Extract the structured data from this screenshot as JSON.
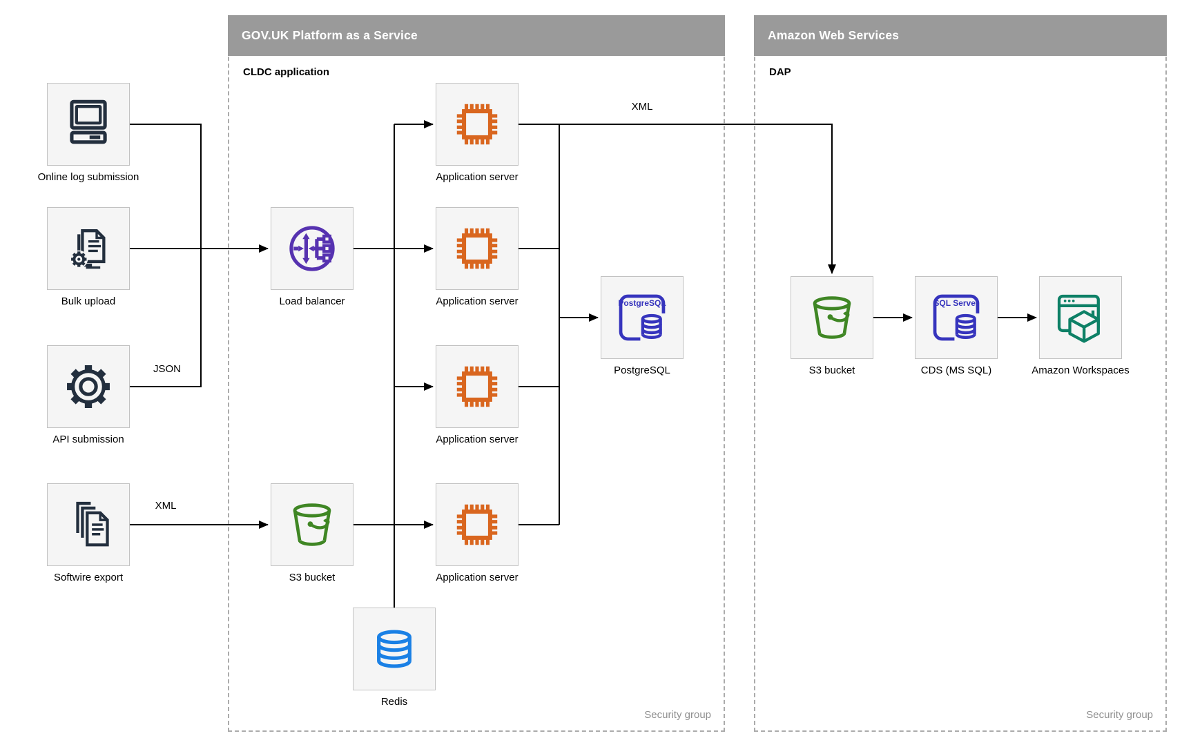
{
  "containers": {
    "paas": {
      "title": "GOV.UK Platform as a Service",
      "sublabel": "CLDC application",
      "security_label": "Security group"
    },
    "aws": {
      "title": "Amazon Web Services",
      "sublabel": "DAP",
      "security_label": "Security group"
    }
  },
  "nodes": {
    "online_log": {
      "label": "Online log submission",
      "icon": "desktop-computer-icon"
    },
    "bulk_upload": {
      "label": "Bulk upload",
      "icon": "document-gear-icon"
    },
    "api_submission": {
      "label": "API submission",
      "icon": "gear-icon"
    },
    "softwire_export": {
      "label": "Softwire export",
      "icon": "document-stack-icon"
    },
    "load_balancer": {
      "label": "Load balancer",
      "icon": "load-balancer-icon"
    },
    "app_server_1": {
      "label": "Application server",
      "icon": "chip-icon"
    },
    "app_server_2": {
      "label": "Application server",
      "icon": "chip-icon"
    },
    "app_server_3": {
      "label": "Application server",
      "icon": "chip-icon"
    },
    "app_server_4": {
      "label": "Application server",
      "icon": "chip-icon"
    },
    "postgresql": {
      "label": "PostgreSQL",
      "badge": "PostgreSQL",
      "icon": "postgresql-database-icon"
    },
    "s3_paas": {
      "label": "S3 bucket",
      "icon": "s3-bucket-icon"
    },
    "redis": {
      "label": "Redis",
      "icon": "redis-database-icon"
    },
    "s3_aws": {
      "label": "S3 bucket",
      "icon": "s3-bucket-icon"
    },
    "cds": {
      "label": "CDS (MS SQL)",
      "badge": "SQL Server",
      "icon": "sql-server-database-icon"
    },
    "workspaces": {
      "label": "Amazon Workspaces",
      "icon": "amazon-workspaces-icon"
    }
  },
  "edge_labels": {
    "api_json": "JSON",
    "softwire_xml": "XML",
    "dap_xml": "XML"
  },
  "colors": {
    "navy": "#232f3e",
    "orange": "#d9661f",
    "purple": "#5632b0",
    "green": "#3f8624",
    "indigo": "#3634bd",
    "blue": "#1a80e5",
    "teal": "#0d8066",
    "header_bg": "#9a9a9a",
    "container_border": "#ababab",
    "node_fill": "#f5f5f5",
    "node_border": "#c2c2c2",
    "wire": "#000000",
    "security_label": "#8f8f8f"
  }
}
